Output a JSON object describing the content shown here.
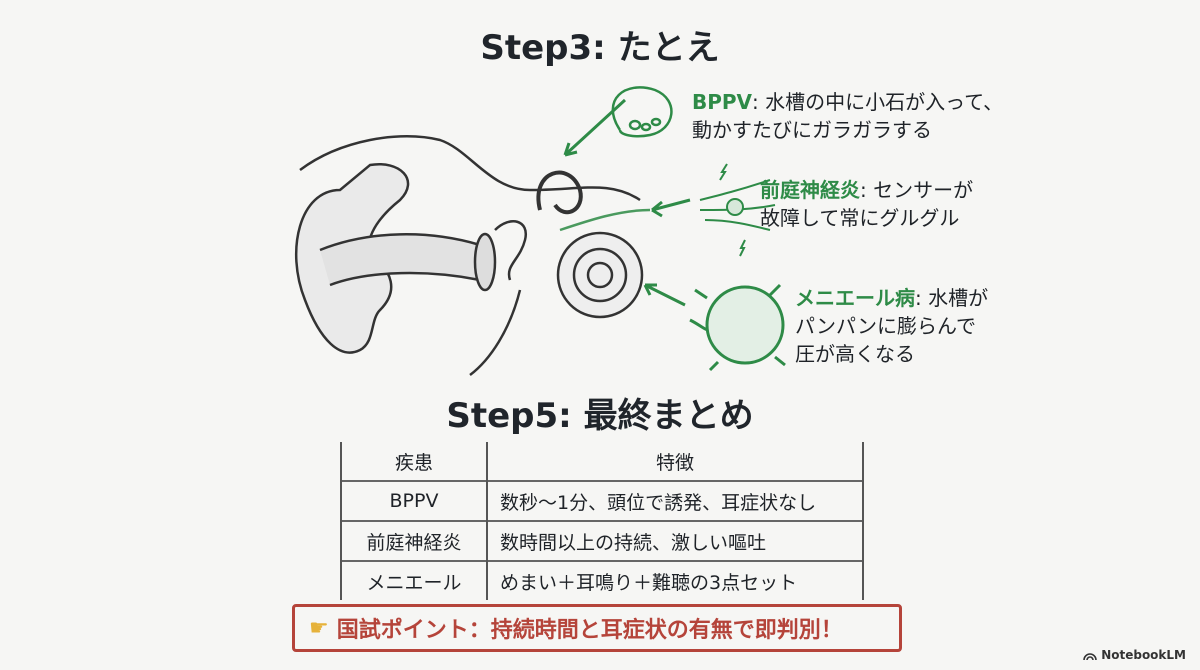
{
  "step3": {
    "title": "Step3: たとえ",
    "items": [
      {
        "key": "BPPV",
        "line1": ": 水槽の中に小石が入って、",
        "line2": "動かすたびにガラガラする"
      },
      {
        "key": "前庭神経炎",
        "line1": ": センサーが",
        "line2": "故障して常にグルグル"
      },
      {
        "key": "メニエール病",
        "line1": ": 水槽が",
        "line2": "パンパンに膨らんで",
        "line3": "圧が高くなる"
      }
    ]
  },
  "step5": {
    "title": "Step5: 最終まとめ",
    "headers": [
      "疾患",
      "特徴"
    ],
    "rows": [
      [
        "BPPV",
        "数秒〜1分、頭位で誘発、耳症状なし"
      ],
      [
        "前庭神経炎",
        "数時間以上の持続、激しい嘔吐"
      ],
      [
        "メニエール",
        "めまい＋耳鳴り＋難聴の3点セット"
      ]
    ]
  },
  "callout": {
    "icon": "pointing-hand-icon",
    "text": "国試ポイント：持続時間と耳症状の有無で即判別！"
  },
  "brand": "NotebookLM",
  "colors": {
    "accent": "#2e8b47",
    "alert": "#b5443a",
    "background": "#f6f6f4"
  }
}
